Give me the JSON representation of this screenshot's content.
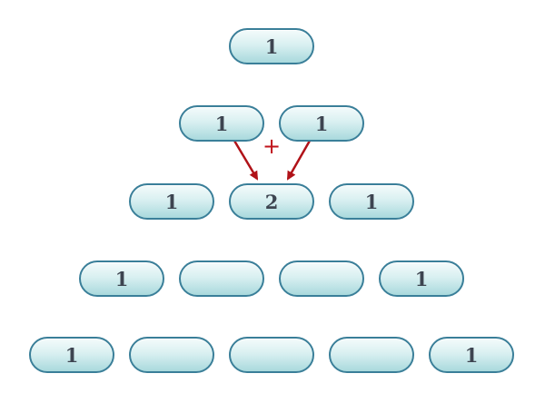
{
  "diagram": {
    "rows": [
      [
        "1"
      ],
      [
        "1",
        "1"
      ],
      [
        "1",
        "2",
        "1"
      ],
      [
        "1",
        "",
        "",
        "1"
      ],
      [
        "1",
        "",
        "",
        "",
        "1"
      ]
    ],
    "operator_symbol": "+",
    "arrow_color": "#b01218",
    "cell_border_color": "#3a7f99",
    "text_color": "#3d4450"
  }
}
